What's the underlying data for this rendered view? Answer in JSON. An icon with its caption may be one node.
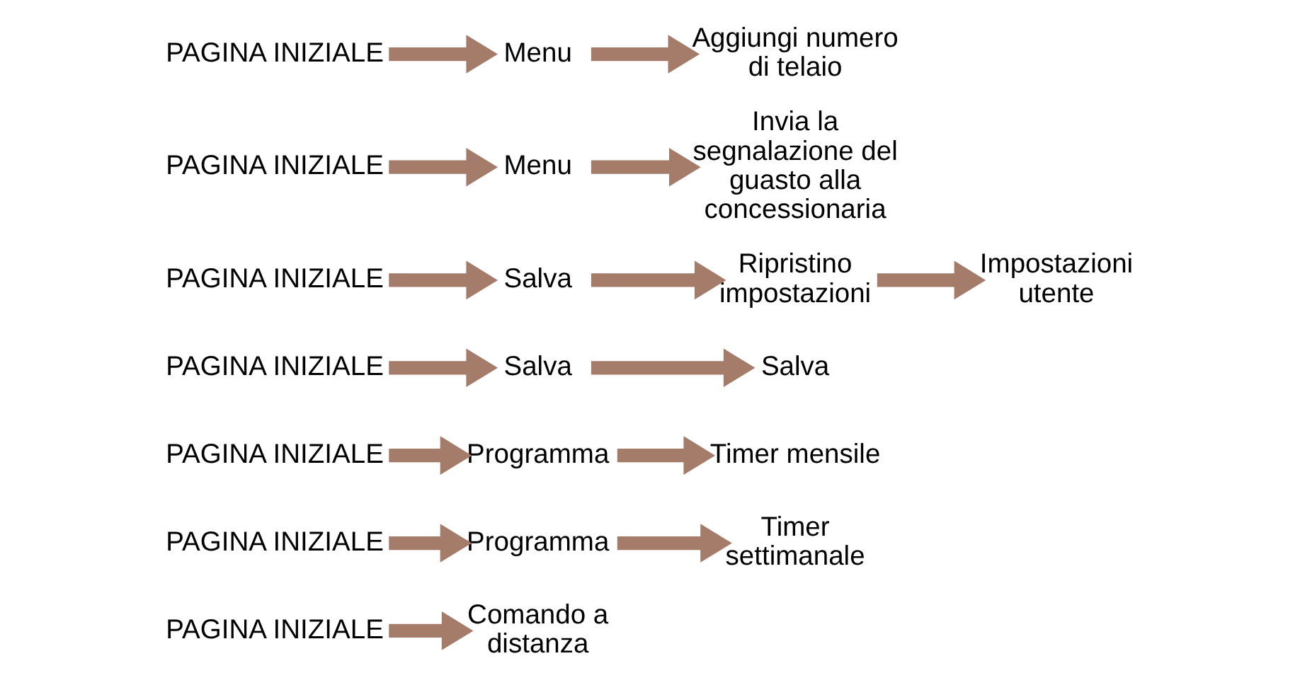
{
  "diagram": {
    "nodes": [
      {
        "text": [
          "PAGINA INIZIALE"
        ]
      },
      {
        "text": [
          "Comando a distanza"
        ]
      },
      {
        "text": [
          "PAGINA INIZIALE"
        ]
      },
      {
        "text": [
          "Programma"
        ]
      },
      {
        "text": [
          "Timer settimanale"
        ]
      },
      {
        "text": [
          "PAGINA INIZIALE"
        ]
      },
      {
        "text": [
          "Programma"
        ]
      },
      {
        "text": [
          "Timer mensile"
        ]
      },
      {
        "text": [
          "PAGINA INIZIALE"
        ]
      },
      {
        "text": [
          "Salva"
        ]
      },
      {
        "text": [
          "Salva"
        ]
      },
      {
        "text": [
          "PAGINA INIZIALE"
        ]
      },
      {
        "text": [
          "Salva"
        ]
      },
      {
        "text": [
          "Ripristino impostazioni"
        ]
      },
      {
        "text": [
          "Impostazioni utente"
        ]
      },
      {
        "text": [
          "PAGINA INIZIALE"
        ]
      },
      {
        "text": [
          "Menu"
        ]
      },
      {
        "text": [
          "Invia la segnalazione del guasto alla concessionaria"
        ]
      },
      {
        "text": [
          "PAGINA INIZIALE"
        ]
      },
      {
        "text": [
          "Menu"
        ]
      },
      {
        "text": [
          "Aggiungi numero di telaio"
        ]
      }
    ],
    "edges": [
      {
        "from": 0,
        "to": 1,
        "arrow": "to"
      },
      {
        "from": 2,
        "to": 3,
        "arrow": "to"
      },
      {
        "from": 3,
        "to": 4,
        "arrow": "to"
      },
      {
        "from": 5,
        "to": 6,
        "arrow": "to"
      },
      {
        "from": 6,
        "to": 7,
        "arrow": "to"
      },
      {
        "from": 8,
        "to": 9,
        "arrow": "to"
      },
      {
        "from": 9,
        "to": 10,
        "arrow": "to"
      },
      {
        "from": 11,
        "to": 12,
        "arrow": "to"
      },
      {
        "from": 12,
        "to": 13,
        "arrow": "to"
      },
      {
        "from": 13,
        "to": 14,
        "arrow": "to"
      },
      {
        "from": 15,
        "to": 16,
        "arrow": "to"
      },
      {
        "from": 16,
        "to": 17,
        "arrow": "to"
      },
      {
        "from": 18,
        "to": 19,
        "arrow": "to"
      },
      {
        "from": 19,
        "to": 20,
        "arrow": "to"
      }
    ]
  }
}
